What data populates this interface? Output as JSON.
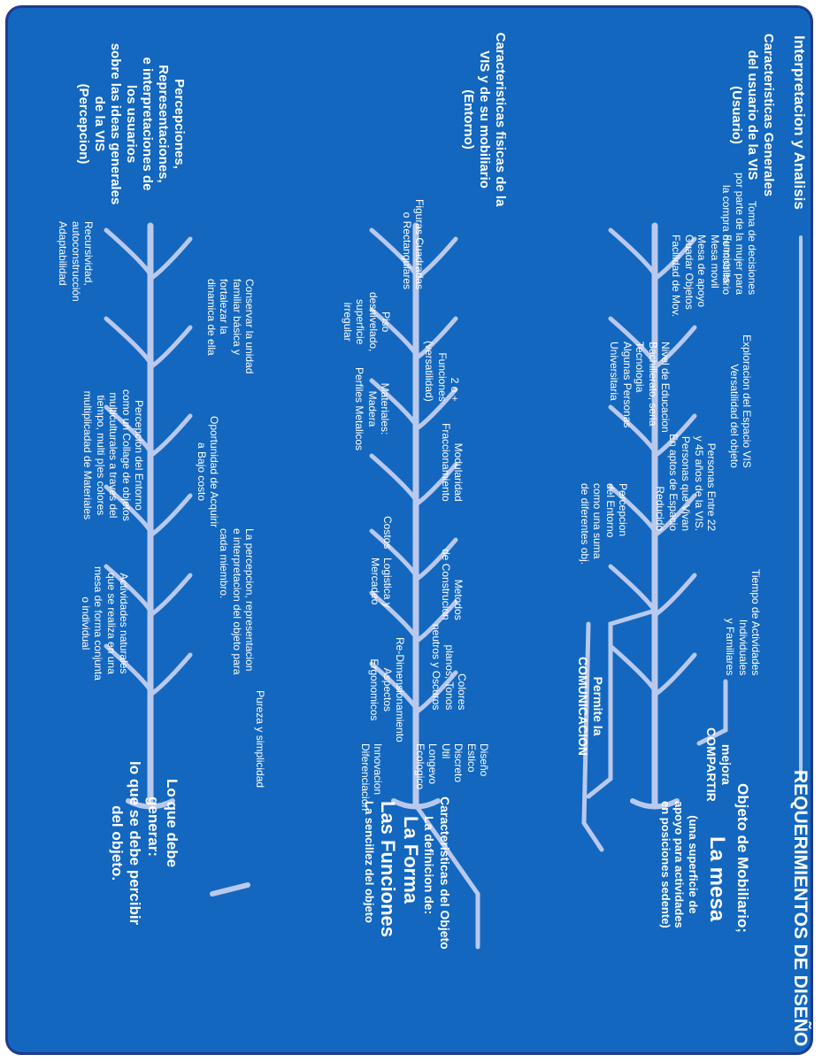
{
  "header": {
    "left": "Interpretacion y Analisis",
    "right": "REQUERIMIENTOS DE DISEÑO"
  },
  "rows": [
    {
      "title": "Caracteristicas Generales\ndel usuario de la VIS\n(Usuario)",
      "items": [
        "Toma de decisiones\npor parte de la mujer para\nla compra de mobiliario",
        "Funciones\nMesa movil\nMesa de apoyo\nGuadar Objetos\nFacilidad de Mov.",
        "Exploracion del Espacio VIS\nVersatilidad del objeto",
        "Nivel de Educacion\nBachillerato, seria\nTecnologia\nAlgunas Personas\nUniversitaria",
        "Personas Entre  22\ny 45 años de la VIS.\nPersonas que Vivan\nEn aptos de Espacio\nReducido",
        "Percepcion\ndel Entorno\ncomo una suma\nde diferentes obj.",
        "Tiempo de Actividades\nIndividuales\ny Familiares"
      ],
      "branch_a": "mejora\nCOMPARTIR",
      "branch_b": "Permite la\nCOMUNICACION",
      "result": {
        "line1": "Objeto de Mobiliario;",
        "line2": "La mesa",
        "line3": "(una superficie de\napoyo para actividades\nen posiciones sedente)"
      }
    },
    {
      "title": "Caracteristicas fisicas de la\nVIS y de su mobiliario\n(Entorno)",
      "items": [
        "Figuras Cuadradas\no Rectangulares",
        "Piso\ndesnivelado,\nsuperficie\nirregular",
        "2 o +\nFunciones\n(versatilidad)",
        "Materiales:\nMadera\nPerfiles Metalicos",
        "Modularidad\nFraccionamiento",
        "Costos",
        "Metodos\nde Construcion",
        "Logistica y\nMercadeo",
        "Colores\nplanos, Tonos\nneutros y Oscuros",
        "Re-Dimensionamiento\nAspectos\nErgonomicos",
        "Diseño\nEstico\nDiscreto\nUtil\nLongevo\nEcologico",
        "Innovacion\nDiferenciacion"
      ],
      "result": {
        "line1": "Caracteristicas del Objeto",
        "line2": "La definicion de:",
        "line3": "La Forma",
        "line4": "Las Funciones",
        "line5": "La sencillez del objeto"
      }
    },
    {
      "title": "Percepciones,\nRepresentaciones,\ne interpretaciones de\nlos usuarios\nsobre las ideas generales\nde la VIS\n(Percepcion)",
      "items": [
        "Recursividad,\nautoconstrucción\nAdaptabilidad",
        "Conservar la unidad\nfamiliar básica y\nfortalezar la\ndinamica de ella",
        "Percepcion  del  Entorno\ncomo un Collage de objetos\nmulticulturales a traves del\ntiempo, multi p|es colores\nmultiplicadad de Materiales",
        "Oportunidad de Acquirir\na Bajo costo",
        "La percepcion, representacion\ne interpretacion del objeto para\ncada miembro.",
        "Actividades naturales\nque se realiza en una\nmesa de forma conjunta\no individual",
        "Pureza y simplicidad"
      ],
      "result": {
        "line1": "Lo que debe",
        "line2": "generar:",
        "line3": "lo que se debe percibir\ndel objeto."
      }
    }
  ],
  "colors": {
    "background": "#1367bf",
    "border": "#1f3a8c",
    "line": "#b9c9ee",
    "text": "#ffffff"
  }
}
